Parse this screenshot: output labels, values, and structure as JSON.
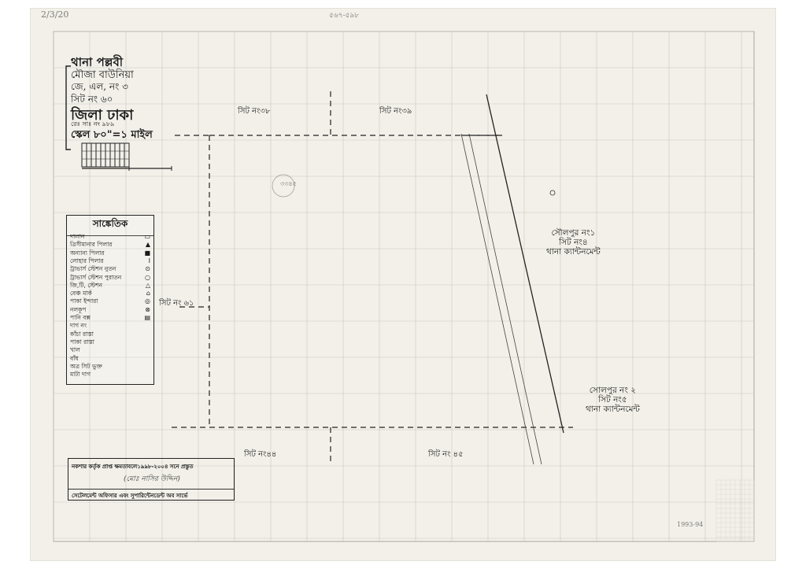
{
  "title_block": {
    "thana": "থানা পল্লবী",
    "mouza": "মৌজা বাউনিয়া",
    "jl_no": "জে, এল, নং ৩",
    "sheet_no": "সিট নং ৬০",
    "district": "জিলা ঢাকা",
    "rs_no": "রেঃ সাঃ নং ৯৮৯",
    "scale": "স্কেল ৮০\"=১ মাইল"
  },
  "legend": {
    "title": "সাঙ্কেতিক",
    "items": [
      {
        "label": "দালান",
        "symbol": "▭"
      },
      {
        "label": "ত্রিসীমানার পিলার",
        "symbol": "▲"
      },
      {
        "label": "অন্যান্য পিলার",
        "symbol": "■"
      },
      {
        "label": "লোহার পিলার",
        "symbol": "I"
      },
      {
        "label": "ট্রাভার্স স্টেশন নুতন",
        "symbol": "⊙"
      },
      {
        "label": "ট্রাভার্স স্টেশন পুরাতন",
        "symbol": "○"
      },
      {
        "label": "জি,টি, স্টেশন",
        "symbol": "△"
      },
      {
        "label": "বেঞ্চ মার্ক",
        "symbol": "⌂"
      },
      {
        "label": "পাকা ইন্দারা",
        "symbol": "◎"
      },
      {
        "label": "নলকূপ",
        "symbol": "⊗"
      },
      {
        "label": "পানি বক্স",
        "symbol": "▤"
      },
      {
        "label": "দাগ নং",
        "symbol": ""
      },
      {
        "label": "কাঁচা রাস্তা",
        "symbol": ""
      },
      {
        "label": "পাকা রাস্তা",
        "symbol": ""
      },
      {
        "label": "খাল",
        "symbol": ""
      },
      {
        "label": "বাঁধ",
        "symbol": ""
      },
      {
        "label": "অত্র সিট ভুক্ত",
        "symbol": ""
      },
      {
        "label": "মাটা দাগ",
        "symbol": ""
      }
    ]
  },
  "sheet_labels": {
    "top_left": "সিট নং৩৮",
    "top_right": "সিট নং৩৯",
    "left": "সিট নং ৬১",
    "bottom_left": "সিট নং৪৪",
    "bottom_right": "সিট নং ৪৫"
  },
  "villages": [
    {
      "name": "সৌলপুর নং১",
      "sheet": "সিট নং৪",
      "thana": "থানা ক্যান্টনমেন্ট"
    },
    {
      "name": "সোলপুর নং ২",
      "sheet": "সিট নং৫",
      "thana": "থানা ক্যান্টনমেন্ট"
    }
  ],
  "footer": {
    "line1": "নকশার কর্তৃক প্রাপ্ত ক্ষমতাবলে১৯৯৮-২০০৪ সনে প্রস্তুত",
    "signature": "(মোঃ নাসির উদ্দিন)",
    "line2": "সেটেলমেন্ট অফিসার এবং সুপারিন্টেনডেন্ট অব সার্ভে"
  },
  "annotations": {
    "corner_note": "2/3/20",
    "margin_code": "৫৬৭-৫৯৮",
    "plot_no": "৩৩৪৫",
    "bottom_code": "1993-94"
  },
  "colors": {
    "paper": "#f2f0e9",
    "grid": "#c9c6bd",
    "ink": "#1a1a1a",
    "pencil": "#8c8c8c"
  }
}
